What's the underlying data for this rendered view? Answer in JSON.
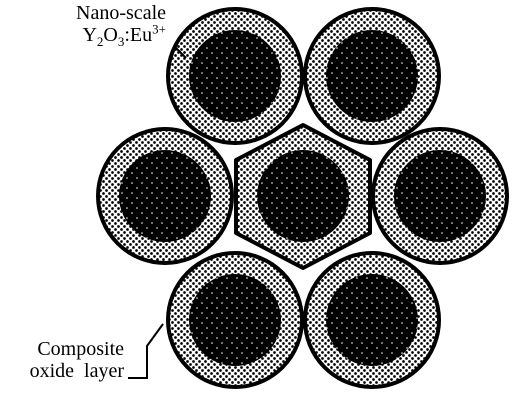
{
  "labels": {
    "nano_scale": {
      "line1": "Nano-scale",
      "base_y": "Y",
      "sub_2": "2",
      "base_o": "O",
      "sub_3": "3",
      "colon_eu": ":Eu",
      "sup_3plus": "3+"
    },
    "composite_oxide_layer": {
      "line1": "Composite",
      "line2": "oxide  layer"
    }
  },
  "colors": {
    "ink": "#000000",
    "background": "#ffffff"
  }
}
